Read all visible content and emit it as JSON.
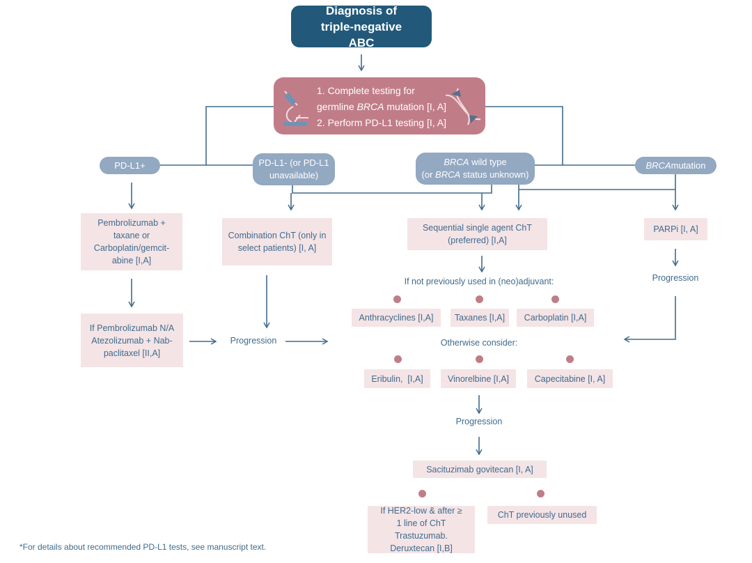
{
  "title": "Diagnosis of triple-negative ABC",
  "testing": {
    "line1": "1. Complete testing for",
    "line2_pre": "germline ",
    "line2_gene": "BRCA",
    "line2_post": " mutation [I, A]",
    "line3": "2. Perform PD-L1 testing [I, A]",
    "icons": [
      "microscope-icon",
      "dna-icon"
    ]
  },
  "branches": {
    "pdl1_pos": "PD-L1+",
    "pdl1_neg": "PD-L1- (or PD-L1 unavailable)",
    "brca_wt_gene": "BRCA",
    "brca_wt_1": " wild type",
    "brca_wt_2_pre": "(or ",
    "brca_wt_2_post": " status unknown)",
    "brca_mut_gene": "BRCA",
    "brca_mut_post": " mutation"
  },
  "left": {
    "first": "Pembrolizumab + taxane or Carboplatin/gemcit-abine [I,A]",
    "second": "If Pembrolizumab N/A Atezolizumab + Nab-paclitaxel [II,A]",
    "progression": "Progression"
  },
  "combination": "Combination ChT (only in select patients) [I, A]",
  "sequential": "Sequential single agent ChT (preferred) [I,A]",
  "not_previously": "If not previously used in (neo)adjuvant:",
  "first_options": [
    "Anthracyclines [I,A]",
    "Taxanes [I,A]",
    "Carboplatin [I,A]"
  ],
  "otherwise": "Otherwise consider:",
  "second_options": [
    "Eribulin,  [I,A]",
    "Vinorelbine [I,A]",
    "Capecitabine [I, A]"
  ],
  "progression_mid": "Progression",
  "sacituzumab": "Sacituzimab govitecan [I, A]",
  "her2_low": "If HER2-low & after ≥ 1 line of ChT Trastuzumab. Deruxtecan [I,B]",
  "cht_unused": "ChT previously unused",
  "parpi": "PARPi [I, A]",
  "progression_right": "Progression",
  "footnote": "*For details about recommended PD-L1 tests, see manuscript text.",
  "colors": {
    "title": "#22597a",
    "testing": "#c07d88",
    "pill": "#93a8c1",
    "box": "#f4e4e6",
    "text": "#3f6a8c",
    "line": "#3f6a8c"
  }
}
